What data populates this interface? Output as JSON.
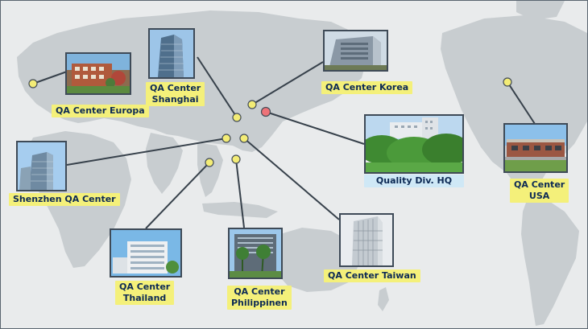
{
  "map": {
    "locations": [
      {
        "id": "europa",
        "label_lines": [
          "QA Center Europa"
        ]
      },
      {
        "id": "shanghai",
        "label_lines": [
          "QA Center",
          "Shanghai"
        ]
      },
      {
        "id": "korea",
        "label_lines": [
          "QA Center Korea"
        ]
      },
      {
        "id": "hq",
        "label_lines": [
          "Quality Div. HQ"
        ]
      },
      {
        "id": "usa",
        "label_lines": [
          "QA Center",
          "USA"
        ]
      },
      {
        "id": "shenzhen",
        "label_lines": [
          "Shenzhen QA Center"
        ]
      },
      {
        "id": "thailand",
        "label_lines": [
          "QA Center",
          "Thailand"
        ]
      },
      {
        "id": "philippinen",
        "label_lines": [
          "QA Center",
          "Philippinen"
        ]
      },
      {
        "id": "taiwan",
        "label_lines": [
          "QA Center Taiwan"
        ]
      }
    ],
    "colors": {
      "land": "#c8cdd0",
      "ocean": "#e9ebec",
      "label_bg": "#f4f07a",
      "hq_label_bg": "#cfe8f6",
      "label_text": "#0d2a55",
      "marker": "#f3ec76",
      "hq_marker": "#ee7378",
      "connector": "#37414b"
    }
  }
}
